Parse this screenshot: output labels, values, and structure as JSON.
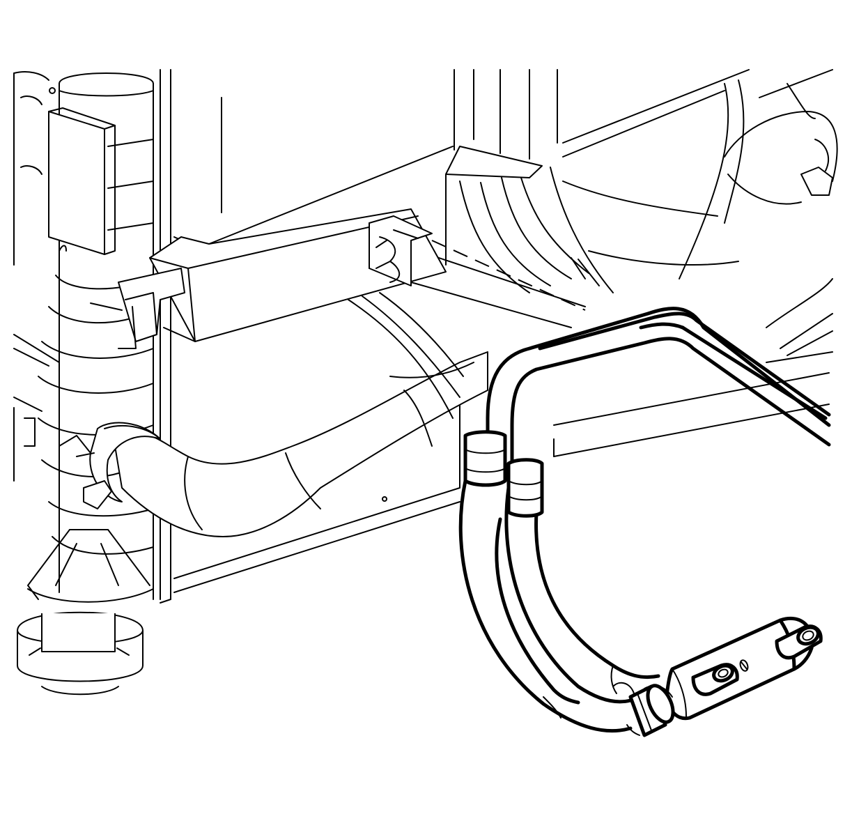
{
  "figure": {
    "kind": "line-art technical illustration",
    "colors": {
      "ink": "#000000",
      "paper": "#ffffff"
    },
    "components": [
      "radiator-tank",
      "radiator-core",
      "mounting-bracket",
      "transmission-line-clip",
      "lower-radiator-hose",
      "hose-clamp",
      "fan-shroud",
      "transmission-cooler-lines",
      "line-retainer-sleeves",
      "line-fitting-block"
    ]
  }
}
